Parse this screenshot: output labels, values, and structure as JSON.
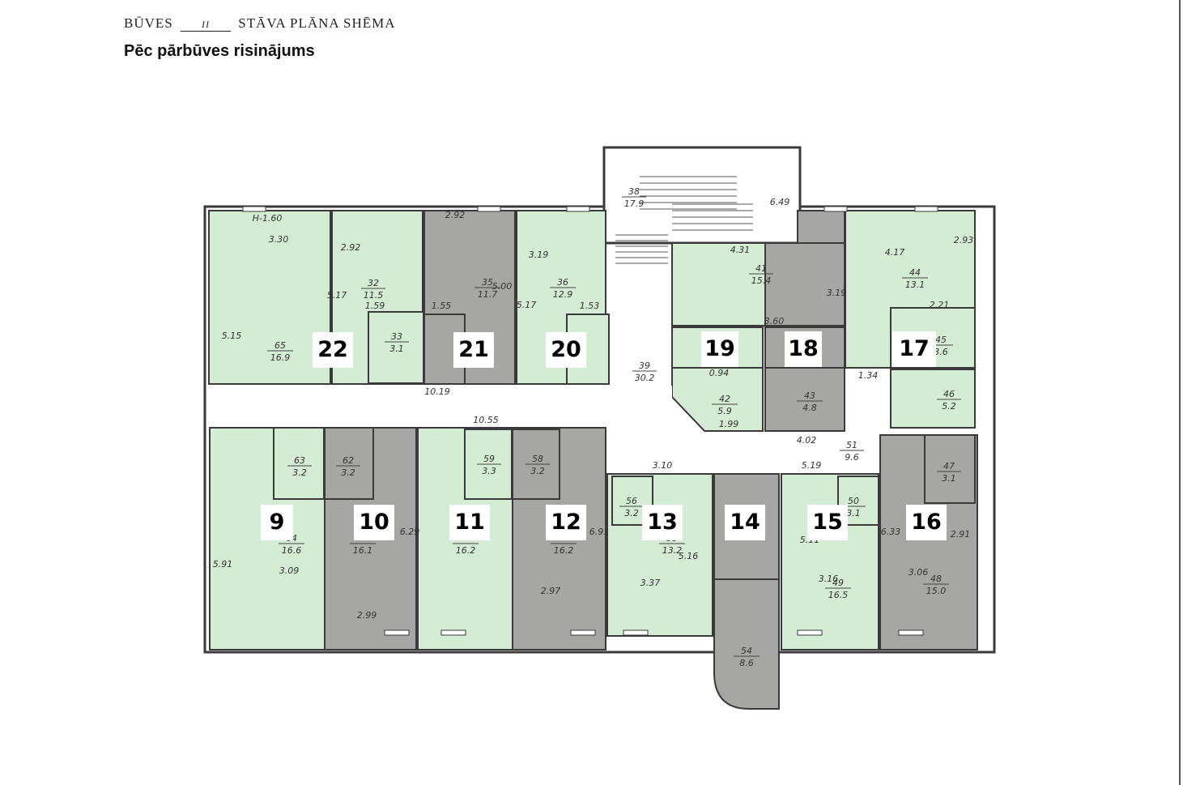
{
  "sheet": {
    "heading_left": "BŪVES",
    "floor": "II",
    "heading_right": "STĀVA PLĀNA SHĒMA",
    "subtitle": "Pēc pārbūves risinājums"
  },
  "colors": {
    "green": "#d4ecd4",
    "gray": "#a6a6a4",
    "wall": "#3a3a3a",
    "dim_text": "#333333"
  },
  "rooms": [
    {
      "num": "9",
      "shade": "green",
      "number_code": "64",
      "area": "16.6"
    },
    {
      "num": "10",
      "shade": "gray",
      "number_code": "",
      "area": "16.1"
    },
    {
      "num": "11",
      "shade": "green",
      "number_code": "",
      "area": "16.2"
    },
    {
      "num": "12",
      "shade": "gray",
      "number_code": "",
      "area": "16.2"
    },
    {
      "num": "13",
      "shade": "green",
      "number_code": "55",
      "area": "13.2"
    },
    {
      "num": "14",
      "shade": "gray",
      "number_code": "54",
      "area": "8.6"
    },
    {
      "num": "15",
      "shade": "green",
      "number_code": "49",
      "area": "16.5"
    },
    {
      "num": "16",
      "shade": "gray",
      "number_code": "48",
      "area": "15.0"
    },
    {
      "num": "17",
      "shade": "green",
      "number_code": "44",
      "area": "13.1"
    },
    {
      "num": "18",
      "shade": "gray",
      "number_code": "43",
      "area": "4.8"
    },
    {
      "num": "19",
      "shade": "green",
      "number_code": "42",
      "area": "5.9"
    },
    {
      "num": "20",
      "shade": "green",
      "number_code": "36",
      "area": "12.9"
    },
    {
      "num": "21",
      "shade": "gray",
      "number_code": "35",
      "area": "11.7"
    },
    {
      "num": "22",
      "shade": "green",
      "number_code": "65",
      "area": "16.9"
    }
  ],
  "area_labels": [
    {
      "num": "38",
      "area": "17.9"
    },
    {
      "num": "39",
      "area": "30.2"
    },
    {
      "num": "41",
      "area": "15.4"
    },
    {
      "num": "51",
      "area": "9.6"
    },
    {
      "num": "32",
      "area": "11.5"
    },
    {
      "num": "33",
      "area": "3.1"
    },
    {
      "num": "63",
      "area": "3.2"
    },
    {
      "num": "62",
      "area": "3.2"
    },
    {
      "num": "59",
      "area": "3.3"
    },
    {
      "num": "58",
      "area": "3.2"
    },
    {
      "num": "56",
      "area": "3.2"
    },
    {
      "num": "50",
      "area": "3.1"
    },
    {
      "num": "47",
      "area": "3.1"
    },
    {
      "num": "46",
      "area": "5.2"
    },
    {
      "num": "45",
      "area": "3.6"
    }
  ],
  "dimensions": [
    "H-1.60",
    "3.30",
    "5.15",
    "2.92",
    "5.17",
    "1.59",
    "2.92",
    "1.55",
    "5.00",
    "3.19",
    "5.17",
    "1.53",
    "10.19",
    "10.55",
    "5.19",
    "3.10",
    "4.31",
    "3.60",
    "3.19",
    "4.17",
    "2.93",
    "2.21",
    "0.94",
    "1.99",
    "4.02",
    "1.34",
    "3.09",
    "2.99",
    "2.97",
    "3.37",
    "3.16",
    "3.06",
    "2.91",
    "6.33",
    "5.11",
    "5.16",
    "6.91",
    "6.29",
    "5.91",
    "6.49"
  ]
}
